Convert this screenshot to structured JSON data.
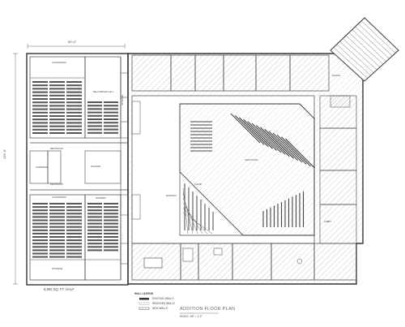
{
  "drawing": {
    "dimension_top": "90'-0\"",
    "dimension_left": "126'-0\"",
    "area_note": "8,992 SQ. FT. HALF",
    "wall_legend_title": "WALL LEGEND",
    "wall_legend_items": [
      "EXISTING WALLS",
      "REMOVED WALLS",
      "NEW WALLS"
    ],
    "plan_title": "ADDITION FLOOR PLAN",
    "scale_note": "SCALE: 1/8\" = 1'-0\"",
    "room_labels": {
      "classroom_a": "CLASSROOM",
      "classroom_b": "CLASSROOM",
      "fellowship_hall": "FELLOWSHIP HALL",
      "kitchen": "KITCHEN",
      "storage_a": "STORAGE",
      "storage_b": "STORAGE",
      "corridor": "CORRIDOR",
      "restroom_a": "RESTROOM",
      "restroom_b": "RESTROOM",
      "lobby": "LOBBY",
      "nursery": "NURSERY",
      "sanctuary": "SANCTUARY",
      "narthex": "NARTHEX",
      "office": "OFFICE",
      "choir": "CHOIR"
    }
  }
}
